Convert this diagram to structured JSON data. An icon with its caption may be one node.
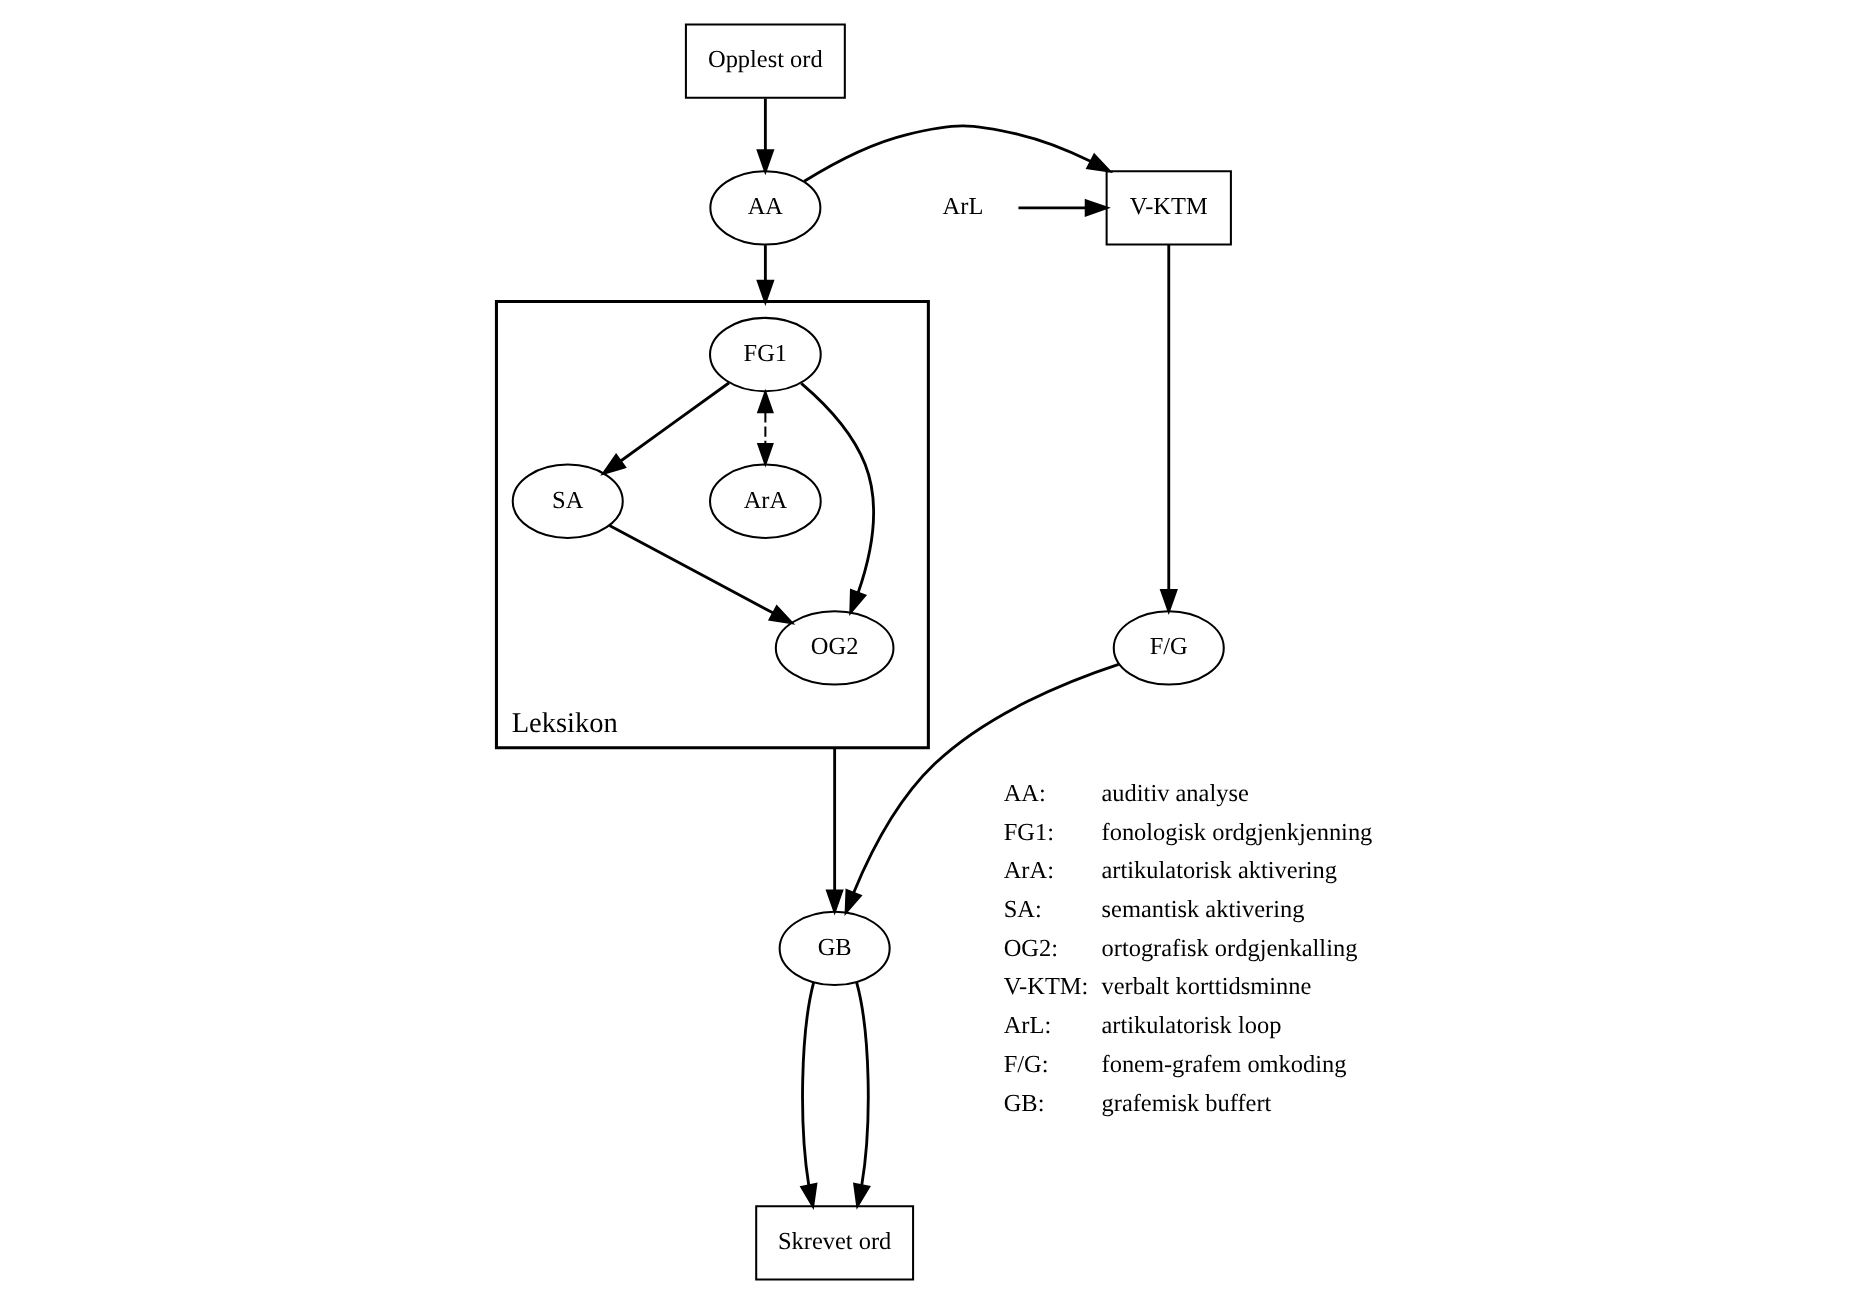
{
  "diagram": {
    "nodes": [
      {
        "text": [
          "Opplest ord"
        ]
      },
      {
        "text": [
          "AA"
        ]
      },
      {
        "text": [
          "V-KTM"
        ]
      },
      {
        "text": [
          "ArL"
        ]
      },
      {
        "text": [
          "F/G"
        ]
      },
      {
        "text": [
          "Leksikon"
        ]
      },
      {
        "text": [
          "FG1"
        ],
        "in": 5
      },
      {
        "text": [
          "SA"
        ],
        "in": 5
      },
      {
        "text": [
          "ArA"
        ],
        "in": 5
      },
      {
        "text": [
          "OG2"
        ],
        "in": 5
      },
      {
        "text": [
          "GB"
        ]
      },
      {
        "text": [
          "Skrevet ord"
        ]
      }
    ],
    "edges": [
      {
        "from": 0,
        "to": 1,
        "arrow": "to"
      },
      {
        "from": 1,
        "to": 2,
        "arrow": "to"
      },
      {
        "from": 3,
        "to": 2,
        "arrow": "to"
      },
      {
        "from": 2,
        "to": 4,
        "arrow": "to"
      },
      {
        "from": 1,
        "to": 5,
        "arrow": "to"
      },
      {
        "from": 6,
        "to": 7,
        "arrow": "to"
      },
      {
        "from": 6,
        "to": 8,
        "arrow": "both",
        "style": "dashed"
      },
      {
        "from": 7,
        "to": 9,
        "arrow": "to"
      },
      {
        "from": 6,
        "to": 9,
        "arrow": "to"
      },
      {
        "from": 5,
        "to": 10,
        "arrow": "to"
      },
      {
        "from": 4,
        "to": 10,
        "arrow": "to"
      },
      {
        "from": 10,
        "to": 11,
        "arrow": "to"
      },
      {
        "from": 10,
        "to": 11,
        "arrow": "to"
      }
    ],
    "labels": [
      "AA:",
      "auditiv analyse",
      "FG1:",
      "fonologisk ordgjenkjenning",
      "ArA:",
      "artikulatorisk aktivering",
      "SA:",
      "semantisk aktivering",
      "OG2:",
      "ortografisk ordgjenkalling",
      "V-KTM:",
      "verbalt korttidsminne",
      "ArL:",
      "artikulatorisk loop",
      "F/G:",
      "fonem-grafem omkoding",
      "GB:",
      "grafemisk buffert"
    ]
  }
}
